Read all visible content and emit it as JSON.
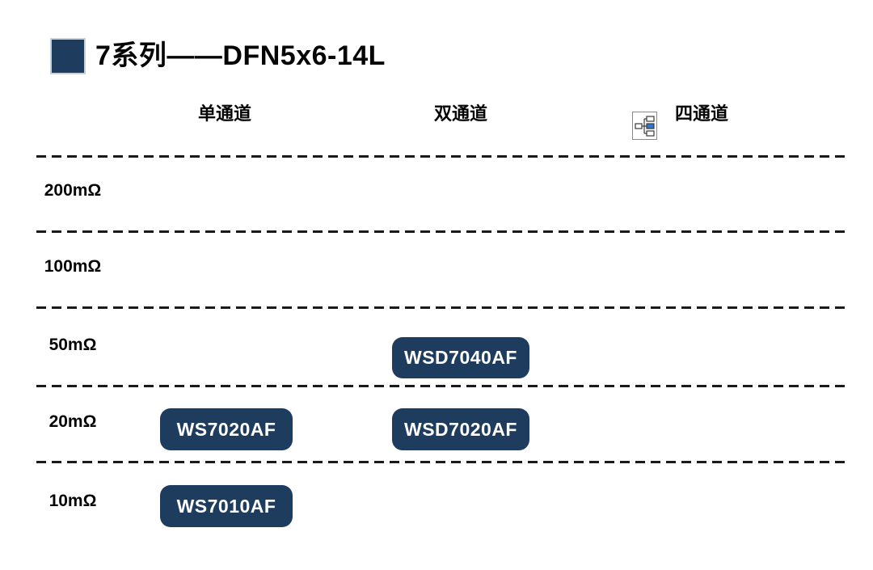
{
  "title": {
    "text": "7系列——DFN5x6-14L"
  },
  "columns": [
    {
      "label": "单通道"
    },
    {
      "label": "双通道"
    },
    {
      "label": "四通道"
    }
  ],
  "rows": [
    {
      "label": "200mΩ"
    },
    {
      "label": "100mΩ"
    },
    {
      "label": "50mΩ"
    },
    {
      "label": "20mΩ"
    },
    {
      "label": "10mΩ"
    }
  ],
  "products": [
    {
      "label": "WSD7040AF",
      "row": "50mΩ",
      "column": "双通道"
    },
    {
      "label": "WS7020AF",
      "row": "20mΩ",
      "column": "单通道"
    },
    {
      "label": "WSD7020AF",
      "row": "20mΩ",
      "column": "双通道"
    },
    {
      "label": "WS7010AF",
      "row": "10mΩ",
      "column": "单通道"
    }
  ],
  "icons": {
    "org_chart_icon": "org-chart-icon"
  },
  "colors": {
    "badge_navy": "#1e3c5e",
    "title_square_navy": "#1e3c5e",
    "title_square_border": "#c4d2dd",
    "dash_black": "#1a1a1a",
    "text_black": "#050505",
    "badge_text_white": "#ffffff",
    "icon_blue": "#2e75d6",
    "icon_border_gray": "#888888"
  }
}
